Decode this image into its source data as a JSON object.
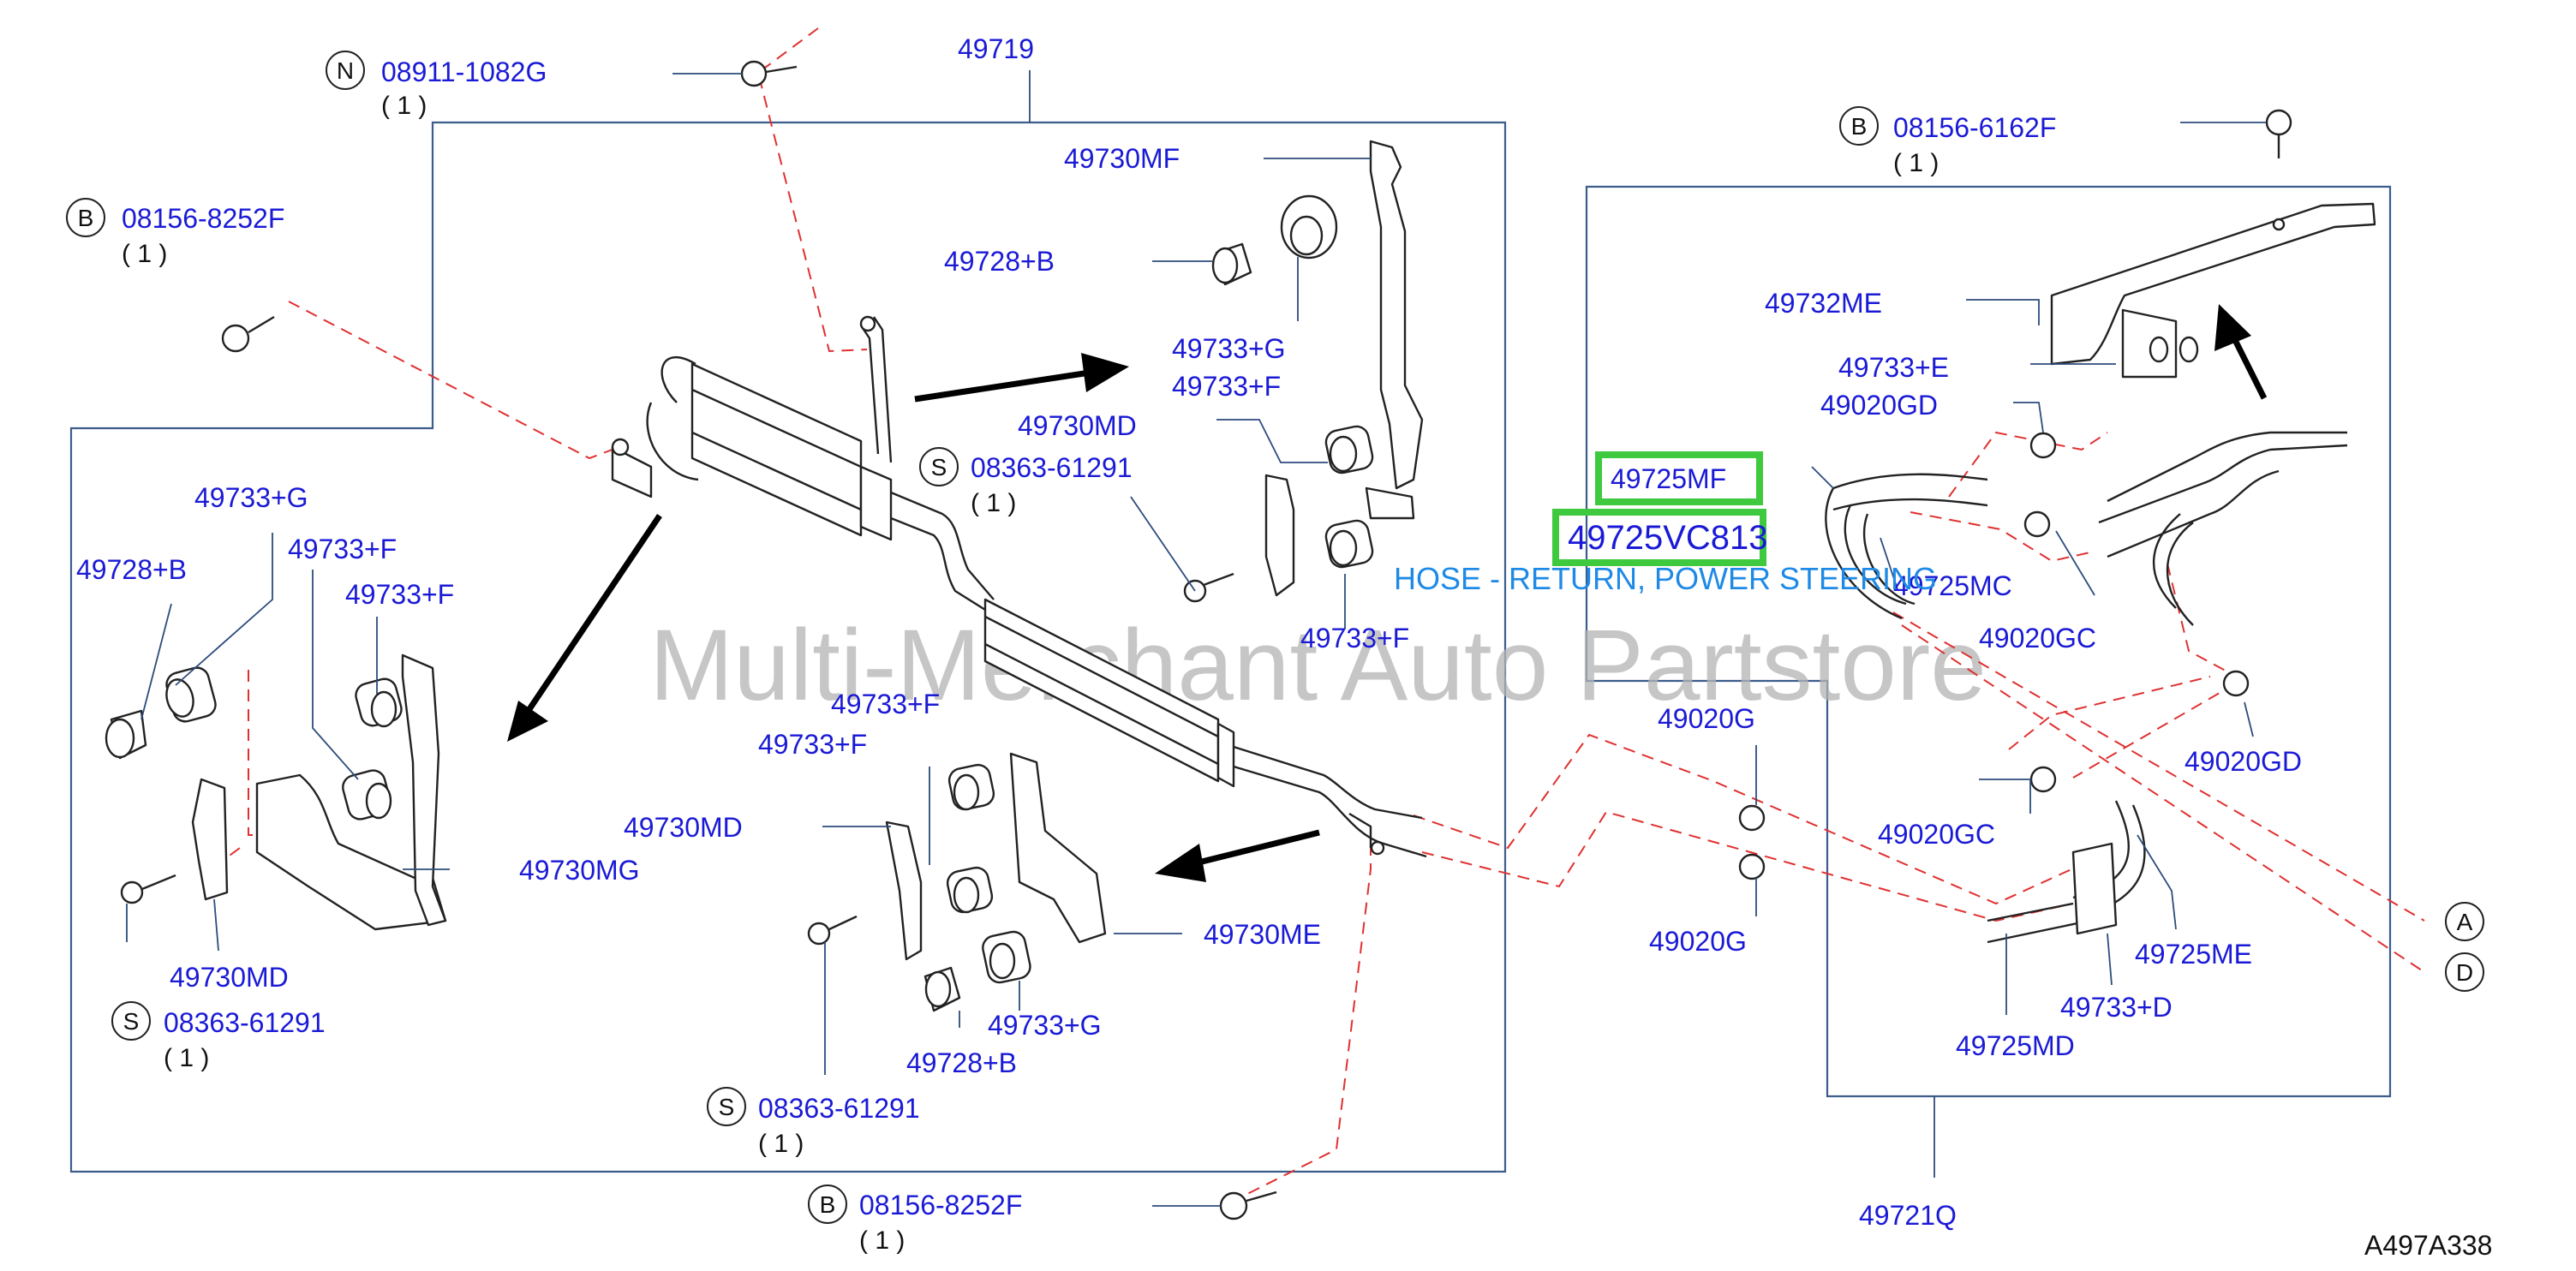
{
  "diagram": {
    "code": "A497A338",
    "watermark": "Multi-Merchant Auto Partstore",
    "highlight": {
      "primary": "49725VC813",
      "secondary": "49725MF",
      "description": "HOSE - RETURN, POWER STEERING",
      "box_color": "#3ec93e"
    },
    "colors": {
      "label": "#1a1ad6",
      "dash": "#e03030",
      "frame": "#3c5c8c",
      "description": "#1e8ae6"
    },
    "assemblies": {
      "left": "49719",
      "right": "49721Q"
    },
    "hardware": [
      {
        "letter": "N",
        "part": "08911-1082G",
        "qty": "( 1 )"
      },
      {
        "letter": "B",
        "part": "08156-8252F",
        "qty": "( 1 )"
      },
      {
        "letter": "S",
        "part": "08363-61291",
        "qty": "( 1 )"
      },
      {
        "letter": "S",
        "part": "08363-61291",
        "qty": "( 1 )"
      },
      {
        "letter": "S",
        "part": "08363-61291",
        "qty": "( 1 )"
      },
      {
        "letter": "B",
        "part": "08156-8252F",
        "qty": "( 1 )"
      },
      {
        "letter": "B",
        "part": "08156-6162F",
        "qty": "( 1 )"
      }
    ],
    "connectors": [
      "A",
      "D"
    ],
    "parts": [
      "49730MF",
      "49728+B",
      "49733+G",
      "49733+F",
      "49730MD",
      "49733+F",
      "49733+G",
      "49733+F",
      "49733+F",
      "49728+B",
      "49730MG",
      "49730MD",
      "49733+F",
      "49733+F",
      "49730MD",
      "49730ME",
      "49733+G",
      "49728+B",
      "49732ME",
      "49733+E",
      "49020GD",
      "49725MC",
      "49020GC",
      "49020GD",
      "49020G",
      "49020GC",
      "49020G",
      "49725ME",
      "49733+D",
      "49725MD"
    ]
  }
}
